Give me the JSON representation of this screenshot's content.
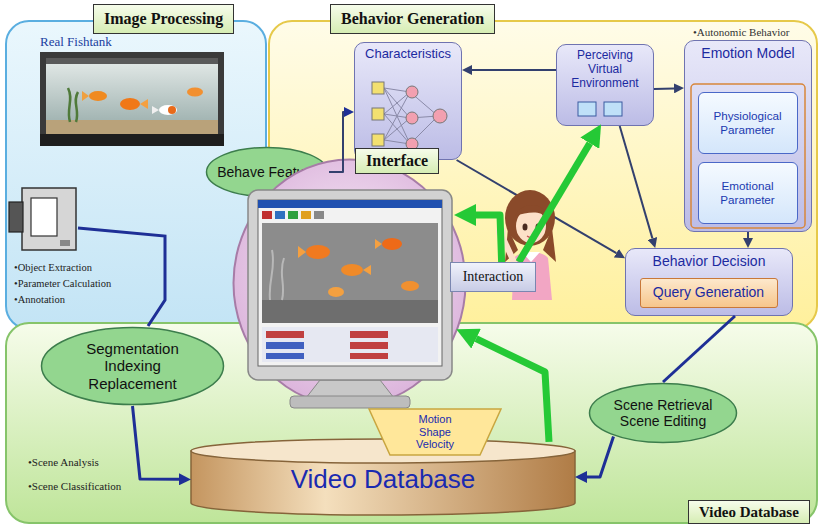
{
  "diagram": {
    "nodes": [
      {
        "text": [
          "Image Processing"
        ]
      },
      {
        "text": [
          "Behavior Generation",
          "•Autonomic Behavior"
        ]
      },
      {
        "text": [
          "Behave Feature"
        ]
      },
      {
        "text": [
          "Characteristics"
        ],
        "in": 1
      },
      {
        "text": [
          "Perceiving Virtual Environment"
        ],
        "in": 1
      },
      {
        "text": [
          "Emotion Model"
        ],
        "in": 1
      },
      {
        "text": [
          "Physiological Parameter"
        ],
        "in": 5
      },
      {
        "text": [
          "Emotional Parameter"
        ],
        "in": 5
      },
      {
        "text": [
          "Behavior Decision"
        ],
        "in": 1
      },
      {
        "text": [
          "Query Generation"
        ],
        "in": 8
      },
      {
        "text": [
          "Interface"
        ]
      },
      {
        "text": [
          "Interaction"
        ]
      },
      {
        "text": [
          "Video Database"
        ]
      },
      {
        "text": [
          "Segmentation Indexing Replacement"
        ],
        "in": 12
      },
      {
        "text": [
          "Scene Retrieval Scene Editing"
        ],
        "in": 12
      },
      {
        "text": [
          "Video Database"
        ],
        "in": 12
      },
      {
        "text": [
          "Motion Shape Velocity"
        ]
      }
    ],
    "edges": [
      {
        "from": 2,
        "to": 3,
        "arrow": "to"
      },
      {
        "from": 4,
        "to": 3,
        "arrow": "to"
      },
      {
        "from": 4,
        "to": 5,
        "arrow": "to"
      },
      {
        "from": 3,
        "to": 8,
        "arrow": "to"
      },
      {
        "from": 4,
        "to": 8,
        "arrow": "to"
      },
      {
        "from": 5,
        "to": 8,
        "arrow": "to"
      },
      {
        "from": 8,
        "to": 14,
        "arrow": "none"
      },
      {
        "from": 14,
        "to": 15,
        "arrow": "to"
      },
      {
        "from": 13,
        "to": 15,
        "arrow": "to"
      },
      {
        "from": 11,
        "to": 4,
        "arrow": "to"
      },
      {
        "from": 11,
        "to": 10,
        "arrow": "to"
      },
      {
        "from": 15,
        "to": 10,
        "arrow": "to"
      }
    ],
    "labels": [
      "Real Fishtank",
      "•Object Extraction",
      "•Parameter Calculation",
      "•Annotation",
      "•Scene Analysis",
      "•Scene Classification"
    ]
  }
}
